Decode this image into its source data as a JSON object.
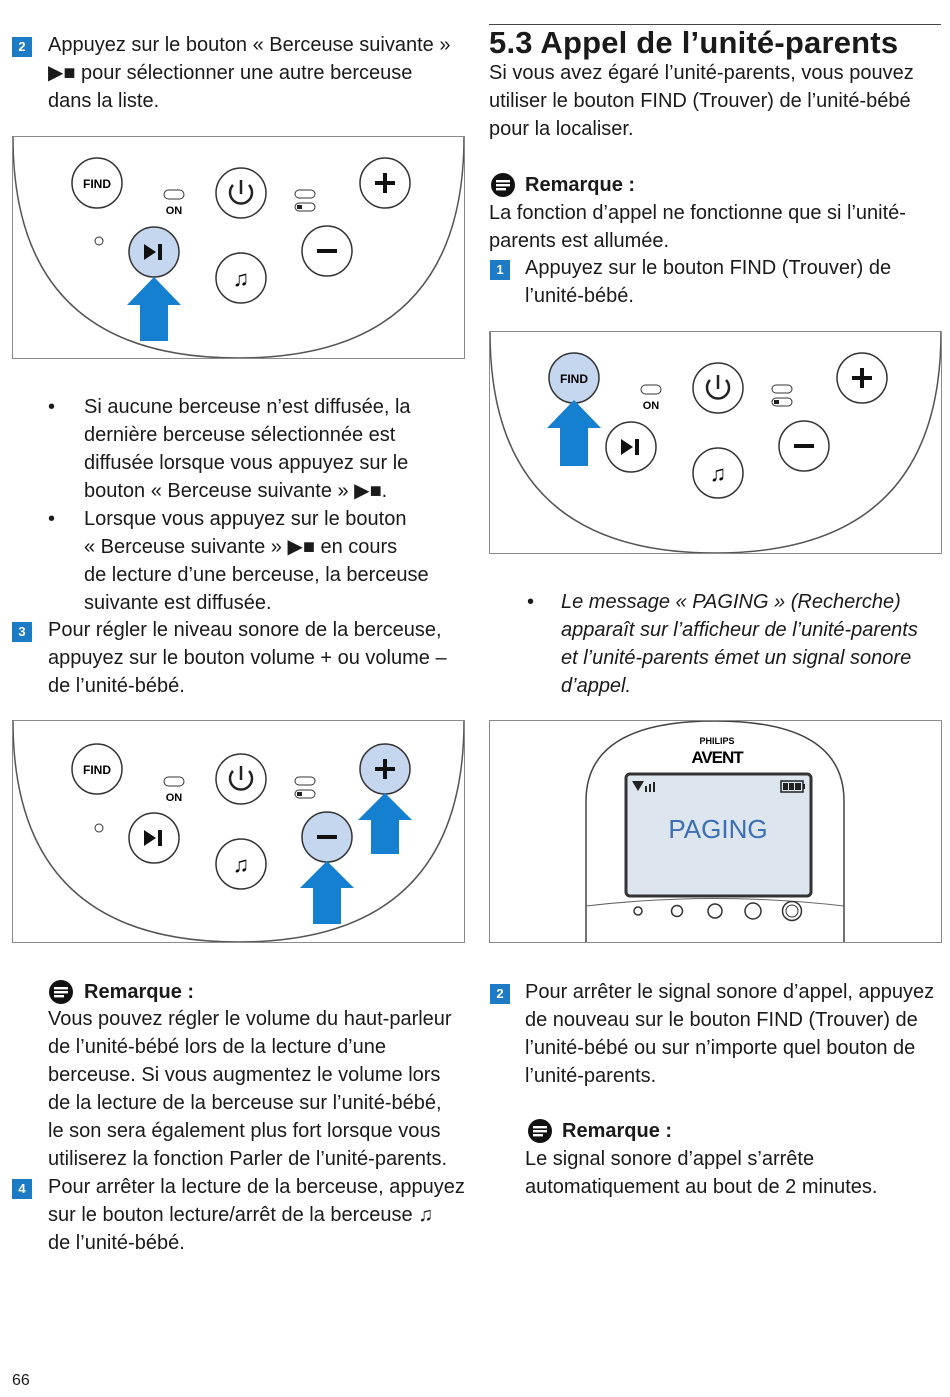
{
  "page": {
    "number": "66"
  },
  "left": {
    "step2": {
      "num": "2",
      "lines": [
        "Appuyez sur le bouton « Berceuse suivante »",
        "▶■ pour sélectionner une autre berceuse",
        "dans la liste."
      ]
    },
    "bullets": [
      {
        "lines": [
          "Si aucune berceuse n’est diffusée, la",
          "dernière berceuse sélectionnée est",
          "diffusée lorsque vous appuyez sur le",
          "bouton « Berceuse suivante » ▶■."
        ]
      },
      {
        "lines": [
          "Lorsque vous appuyez sur le bouton",
          "« Berceuse suivante » ▶■ en cours",
          "de lecture d’une berceuse, la berceuse",
          "suivante est diffusée."
        ]
      }
    ],
    "step3": {
      "num": "3",
      "lines": [
        "Pour régler le niveau sonore de la berceuse,",
        "appuyez sur le bouton volume + ou volume –",
        "de l’unité-bébé."
      ]
    },
    "note": {
      "title": "Remarque :",
      "lines": [
        "Vous pouvez régler le volume du haut-parleur",
        "de l’unité-bébé lors de la lecture d’une",
        "berceuse. Si vous augmentez le volume lors",
        "de la lecture de la berceuse sur l’unité-bébé,",
        "le son sera également plus fort lorsque vous",
        "utiliserez la fonction Parler de l’unité-parents."
      ]
    },
    "step4": {
      "num": "4",
      "lines": [
        "Pour arrêter la lecture de la berceuse, appuyez",
        "sur le bouton lecture/arrêt de la berceuse ♫",
        "de l’unité-bébé."
      ]
    }
  },
  "right": {
    "section": {
      "number": "5.3",
      "title": "Appel de l’unité-parents"
    },
    "intro": [
      "Si vous avez égaré l’unité-parents, vous pouvez",
      "utiliser le bouton FIND (Trouver) de l’unité-bébé",
      "pour la localiser."
    ],
    "note1": {
      "title": "Remarque :",
      "lines": [
        "La fonction d’appel ne fonctionne que si l’unité-",
        "parents est allumée."
      ]
    },
    "step1": {
      "num": "1",
      "lines": [
        "Appuyez sur le bouton FIND (Trouver) de",
        "l’unité-bébé."
      ]
    },
    "bullet": {
      "lines": [
        "Le message « PAGING » (Recherche)",
        "apparaît sur l’afficheur de l’unité-parents",
        "et l’unité-parents émet un signal sonore",
        "d’appel."
      ]
    },
    "step2": {
      "num": "2",
      "lines": [
        "Pour arrêter le signal sonore d’appel, appuyez",
        "de nouveau sur le bouton FIND (Trouver) de",
        "l’unité-bébé ou sur n’importe quel bouton de",
        "l’unité-parents."
      ]
    },
    "note2": {
      "title": "Remarque :",
      "lines": [
        "Le signal sonore d’appel s’arrête",
        "automatiquement au bout de 2 minutes."
      ]
    }
  },
  "device": {
    "find_label": "FIND",
    "on_label": "ON",
    "display_text": "PAGING",
    "brand_top": "PHILIPS",
    "brand_bottom": "AVENT"
  },
  "colors": {
    "accent_blue": "#1c7bc4",
    "arrow_blue": "#1580d0",
    "highlight": "#c5d7ef",
    "lcd": "#dde6ee",
    "lcd_text": "#3b6fb5"
  }
}
